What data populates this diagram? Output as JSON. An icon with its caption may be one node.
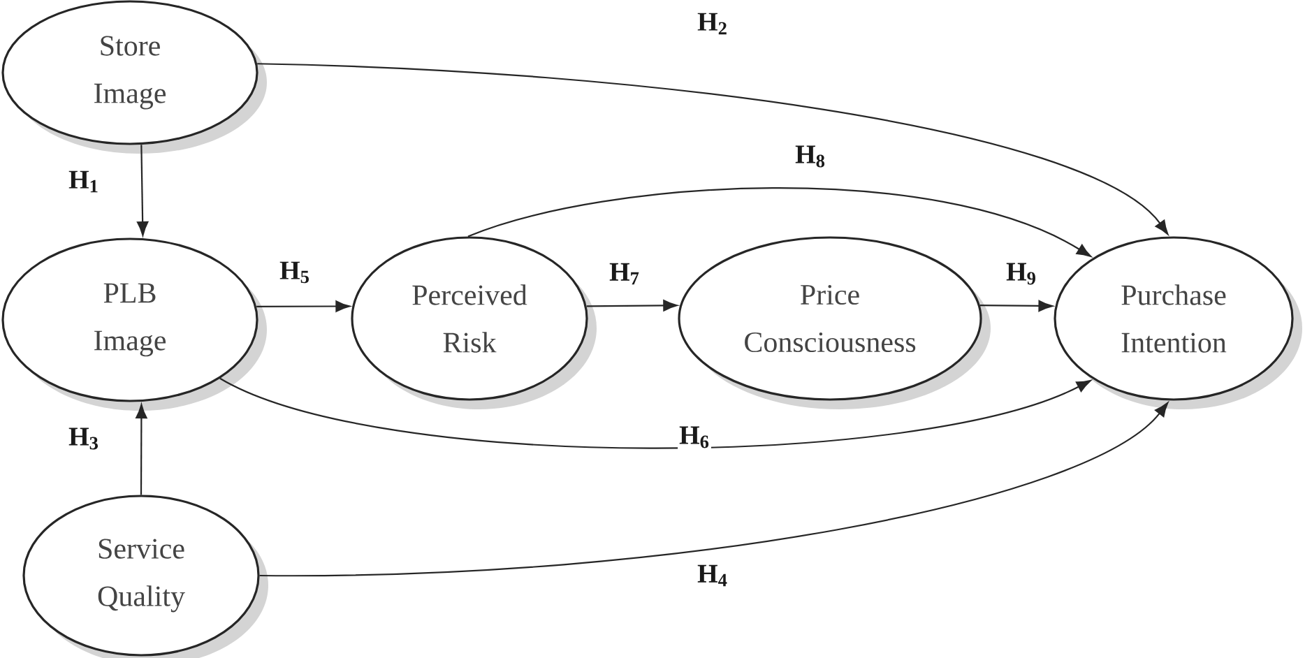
{
  "diagram": {
    "nodes": [
      {
        "text": [
          "Store Image"
        ]
      },
      {
        "text": [
          "PLB Image"
        ]
      },
      {
        "text": [
          "Perceived Risk"
        ]
      },
      {
        "text": [
          "Price Consciousness"
        ]
      },
      {
        "text": [
          "Purchase Intention"
        ]
      },
      {
        "text": [
          "Service Quality"
        ]
      }
    ],
    "edges": [
      {
        "from": 0,
        "to": 1,
        "arrow": "to",
        "label": "H$_{1}$"
      },
      {
        "from": 0,
        "to": 4,
        "arrow": "to",
        "label": "H$_{2}$"
      },
      {
        "from": 5,
        "to": 1,
        "arrow": "to",
        "label": "H$_{3}$"
      },
      {
        "from": 5,
        "to": 4,
        "arrow": "to",
        "label": "H$_{4}$"
      },
      {
        "from": 1,
        "to": 2,
        "arrow": "to",
        "label": "H$_{5}$"
      },
      {
        "from": 1,
        "to": 4,
        "arrow": "to",
        "label": "H$_{6}$"
      },
      {
        "from": 2,
        "to": 3,
        "arrow": "to",
        "label": "H$_{7}$"
      },
      {
        "from": 2,
        "to": 4,
        "arrow": "to",
        "label": "H$_{8}$"
      },
      {
        "from": 3,
        "to": 4,
        "arrow": "to",
        "label": "H$_{9}$"
      }
    ]
  }
}
